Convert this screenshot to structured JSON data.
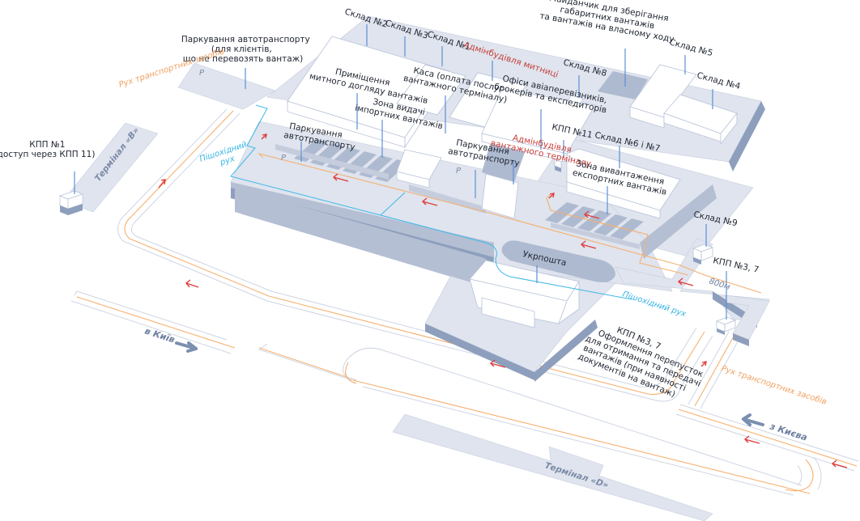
{
  "map": {
    "title": "Схема вантажного терміналу",
    "colors": {
      "label_text": "#1e2430",
      "admin_label": "#c8403a",
      "vehicle_route": "#f5b070",
      "pedestrian_route": "#3fb8e8",
      "direction_arrow": "#e03a3a",
      "ground": "#dfe4ee",
      "building": "#ffffff",
      "leader_line": "#5b8fd6"
    },
    "labels": {
      "parking_clients": [
        "Паркування автотранспорту",
        "(для клієнтів,",
        "що не перевозять вантаж)"
      ],
      "kpp1": [
        "КПП №1",
        "(доступ через КПП 11)"
      ],
      "terminal_b": "Термінал «В»",
      "vehicle_traffic_1": "Рух транспортних засобів",
      "vehicle_traffic_2": "Рух транспортних засобів",
      "pedestrian_1": [
        "Пішохідний",
        "рух"
      ],
      "pedestrian_2": "Пішохідний рух",
      "warehouse_2": "Склад №2",
      "warehouse_3": "Склад №3",
      "warehouse_1": "Склад №1",
      "customs_admin": "Адмінбудівля митниці",
      "customs_inspection": [
        "Приміщення",
        "митного догляду вантажів"
      ],
      "import_zone": [
        "Зона видачі",
        "імпортних вантажів"
      ],
      "cashier": [
        "Каса (оплата послуг",
        "вантажного терміналу)"
      ],
      "offices": [
        "Офіси авіаперевізників,",
        "брокерів та експедиторів"
      ],
      "cargo_admin": [
        "Адмінбудівля",
        "вантажного терміналу"
      ],
      "parking_1": [
        "Паркування",
        "автотранспорту"
      ],
      "parking_2": [
        "Паркування",
        "автотранспорту"
      ],
      "oversized_area": [
        "Майданчик для зберігання",
        "габаритних вантажів",
        "та вантажів на власному ходу"
      ],
      "warehouse_8": "Склад №8",
      "warehouse_5": "Склад №5",
      "warehouse_4": "Склад №4",
      "kpp11": "КПП №11",
      "warehouse_6_7": "Склад №6 і №7",
      "export_zone": [
        "Зона вивантаження",
        "експортних вантажів"
      ],
      "warehouse_9": "Склад №9",
      "kpp3_7_top": "КПП №3, 7",
      "distance": "800м",
      "ukrposhta": "Укрпошта",
      "kpp3_7_info": [
        "КПП №3, 7",
        "Оформлення перепусток",
        "для отримання та передачі",
        "вантажів (при наявності",
        "документів на вантаж)"
      ],
      "to_kyiv": "в Київ",
      "from_kyiv": "з Києва",
      "terminal_d": "Термінал «D»",
      "parking_symbol": "P"
    }
  }
}
